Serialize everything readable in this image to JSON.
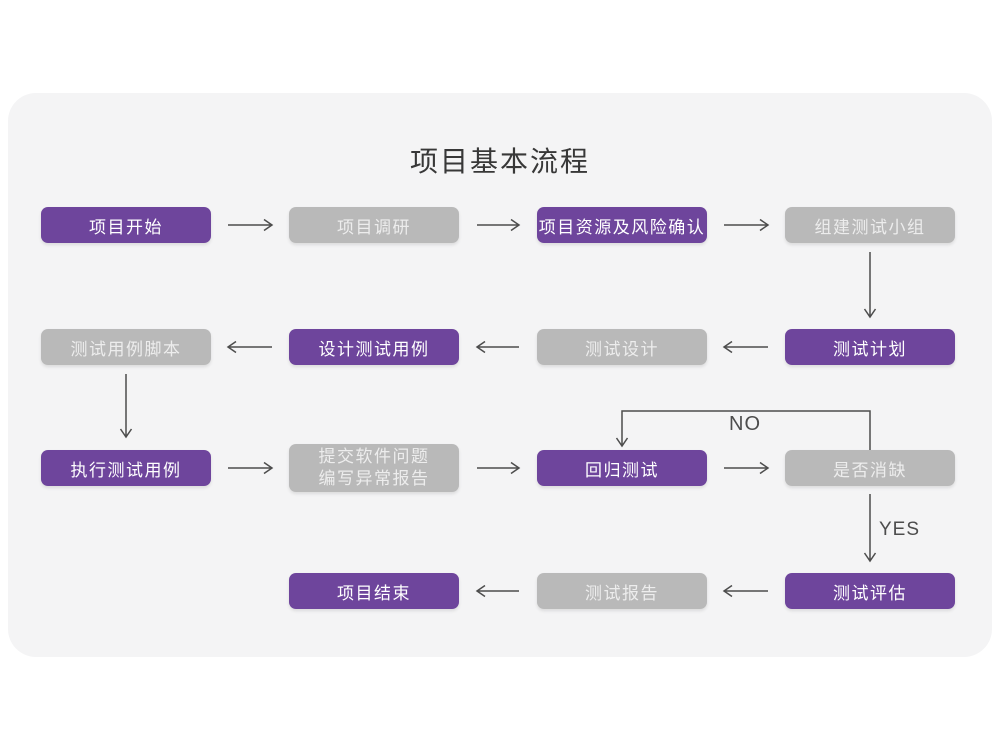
{
  "title": "项目基本流程",
  "colors": {
    "purple": "#6E459C",
    "gray": "#B9B9B9",
    "panel": "#F4F4F5",
    "arrow": "#4D4D4D",
    "title-text": "#383838",
    "node-text": "#FFFFFF",
    "gray-node-text": "#EDEDED"
  },
  "labels": {
    "no": "NO",
    "yes": "YES"
  },
  "nodes": [
    {
      "id": "project-start",
      "label": "项目开始",
      "color": "purple"
    },
    {
      "id": "project-research",
      "label": "项目调研",
      "color": "gray"
    },
    {
      "id": "resource-risk",
      "label": "项目资源及风险确认",
      "color": "purple"
    },
    {
      "id": "build-test-team",
      "label": "组建测试小组",
      "color": "gray"
    },
    {
      "id": "test-plan",
      "label": "测试计划",
      "color": "purple"
    },
    {
      "id": "test-design",
      "label": "测试设计",
      "color": "gray"
    },
    {
      "id": "design-test-cases",
      "label": "设计测试用例",
      "color": "purple"
    },
    {
      "id": "test-case-scripts",
      "label": "测试用例脚本",
      "color": "gray"
    },
    {
      "id": "execute-test-cases",
      "label": "执行测试用例",
      "color": "purple"
    },
    {
      "id": "submit-issues",
      "label": "提交软件问题 编写异常报告",
      "color": "gray",
      "lines": [
        "提交软件问题",
        "编写异常报告"
      ]
    },
    {
      "id": "regression-test",
      "label": "回归测试",
      "color": "purple"
    },
    {
      "id": "defect-resolved",
      "label": "是否消缺",
      "color": "gray"
    },
    {
      "id": "test-evaluation",
      "label": "测试评估",
      "color": "purple"
    },
    {
      "id": "test-report",
      "label": "测试报告",
      "color": "gray"
    },
    {
      "id": "project-end",
      "label": "项目结束",
      "color": "purple"
    }
  ],
  "edges": [
    {
      "from": "project-start",
      "to": "project-research"
    },
    {
      "from": "project-research",
      "to": "resource-risk"
    },
    {
      "from": "resource-risk",
      "to": "build-test-team"
    },
    {
      "from": "build-test-team",
      "to": "test-plan"
    },
    {
      "from": "test-plan",
      "to": "test-design"
    },
    {
      "from": "test-design",
      "to": "design-test-cases"
    },
    {
      "from": "design-test-cases",
      "to": "test-case-scripts"
    },
    {
      "from": "test-case-scripts",
      "to": "execute-test-cases"
    },
    {
      "from": "execute-test-cases",
      "to": "submit-issues"
    },
    {
      "from": "submit-issues",
      "to": "regression-test"
    },
    {
      "from": "regression-test",
      "to": "defect-resolved"
    },
    {
      "from": "defect-resolved",
      "to": "regression-test",
      "label": "NO"
    },
    {
      "from": "defect-resolved",
      "to": "test-evaluation",
      "label": "YES"
    },
    {
      "from": "test-evaluation",
      "to": "test-report"
    },
    {
      "from": "test-report",
      "to": "project-end"
    }
  ]
}
